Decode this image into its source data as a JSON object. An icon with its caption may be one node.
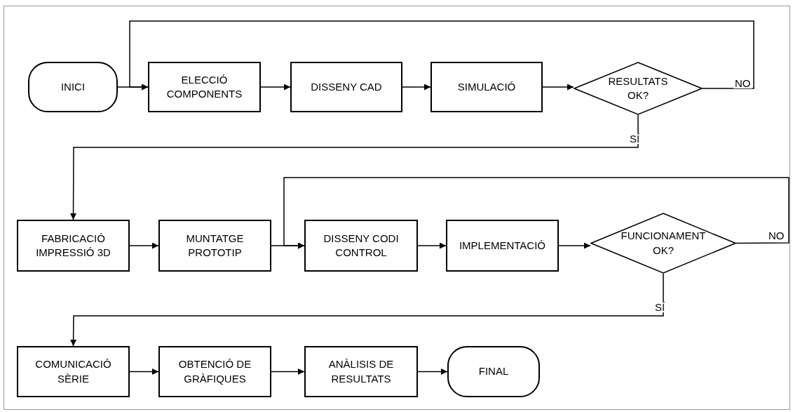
{
  "diagram": {
    "nodes": [
      {
        "text": [
          "INICI"
        ]
      },
      {
        "text": [
          "ELECCIÓ COMPONENTS"
        ]
      },
      {
        "text": [
          "DISSENY CAD"
        ]
      },
      {
        "text": [
          "SIMULACIÓ"
        ]
      },
      {
        "text": [
          "RESULTATS OK?"
        ]
      },
      {
        "text": [
          "FABRICACIÓ IMPRESSIÓ 3D"
        ]
      },
      {
        "text": [
          "MUNTATGE PROTOTIP"
        ]
      },
      {
        "text": [
          "DISSENY CODI CONTROL"
        ]
      },
      {
        "text": [
          "IMPLEMENTACIÓ"
        ]
      },
      {
        "text": [
          "FUNCIONAMENT OK?"
        ]
      },
      {
        "text": [
          "COMUNICACIÓ SÈRIE"
        ]
      },
      {
        "text": [
          "OBTENCIÓ DE GRÀFIQUES"
        ]
      },
      {
        "text": [
          "ANÀLISIS DE RESULTATS"
        ]
      },
      {
        "text": [
          "FINAL"
        ]
      }
    ],
    "edges": [
      {
        "from": 0,
        "to": 1,
        "arrow": "to"
      },
      {
        "from": 1,
        "to": 2,
        "arrow": "to"
      },
      {
        "from": 2,
        "to": 3,
        "arrow": "to"
      },
      {
        "from": 3,
        "to": 4,
        "arrow": "to"
      },
      {
        "from": 4,
        "to": 1,
        "arrow": "to",
        "label": "NO"
      },
      {
        "from": 4,
        "to": 5,
        "arrow": "to",
        "label": "SÍ"
      },
      {
        "from": 5,
        "to": 6,
        "arrow": "to"
      },
      {
        "from": 6,
        "to": 7,
        "arrow": "to"
      },
      {
        "from": 7,
        "to": 8,
        "arrow": "to"
      },
      {
        "from": 8,
        "to": 9,
        "arrow": "to"
      },
      {
        "from": 9,
        "to": 7,
        "arrow": "to",
        "label": "NO"
      },
      {
        "from": 9,
        "to": 10,
        "arrow": "to",
        "label": "SÍ"
      },
      {
        "from": 10,
        "to": 11,
        "arrow": "to"
      },
      {
        "from": 11,
        "to": 12,
        "arrow": "to"
      },
      {
        "from": 12,
        "to": 13,
        "arrow": "to"
      }
    ]
  }
}
